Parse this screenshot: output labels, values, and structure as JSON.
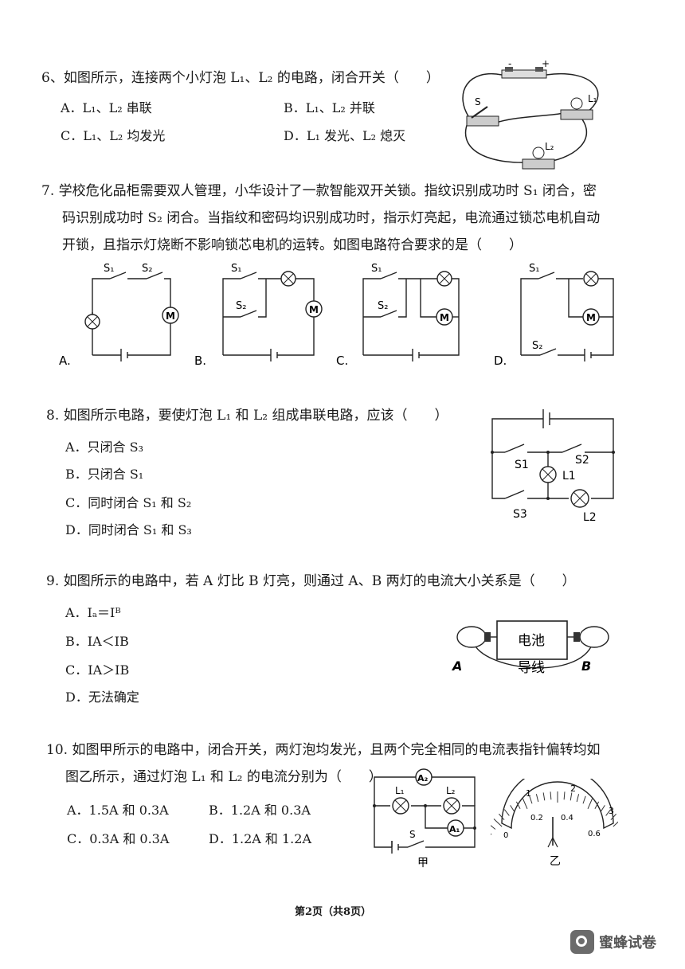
{
  "q6": {
    "num": "6、",
    "stem": "如图所示，连接两个小灯泡 L₁、L₂ 的电路，闭合开关（　　）",
    "options": [
      "A．L₁、L₂ 串联",
      "B．L₁、L₂ 并联",
      "C．L₁、L₂ 均发光",
      "D．L₁ 发光、L₂ 熄灭"
    ],
    "fig": {
      "s": "S",
      "l1": "L₁",
      "l2": "L₂",
      "minus": "-",
      "plus": "+"
    }
  },
  "q7": {
    "num": "7.",
    "lines": [
      "学校危化品柜需要双人管理，小华设计了一款智能双开关锁。指纹识别成功时 S₁ 闭合，密",
      "码识别成功时 S₂ 闭合。当指纹和密码均识别成功时，指示灯亮起，电流通过锁芯电机自动",
      "开锁，且指示灯烧断不影响锁芯电机的运转。如图电路符合要求的是（　　）"
    ],
    "figs": [
      "A.",
      "B.",
      "C.",
      "D."
    ],
    "s1": "S₁",
    "s2": "S₂",
    "m": "M"
  },
  "q8": {
    "num": "8.",
    "stem": "如图所示电路，要使灯泡 L₁ 和 L₂ 组成串联电路，应该（　　）",
    "options": [
      "A．只闭合 S₃",
      "B．只闭合 S₁",
      "C．同时闭合 S₁ 和 S₂",
      "D．同时闭合 S₁ 和 S₃"
    ],
    "fig": {
      "s1": "S1",
      "s2": "S2",
      "s3": "S3",
      "l1": "L1",
      "l2": "L2"
    }
  },
  "q9": {
    "num": "9.",
    "stem": "如图所示的电路中，若 A 灯比 B 灯亮，则通过 A、B 两灯的电流大小关系是（　　）",
    "options": [
      "A．Iₐ＝Iᴮ",
      "B．IA＜IB",
      "C．IA＞IB",
      "D．无法确定"
    ],
    "fig": {
      "battery": "电池",
      "wire": "导线",
      "a": "A",
      "b": "B"
    }
  },
  "q10": {
    "num": "10.",
    "lines": [
      "如图甲所示的电路中，闭合开关，两灯泡均发光，且两个完全相同的电流表指针偏转均如",
      "图乙所示，通过灯泡 L₁ 和 L₂ 的电流分别为（　　）"
    ],
    "options": [
      "A．1.5A 和 0.3A",
      "B．1.2A 和 0.3A",
      "C．0.3A 和 0.3A",
      "D．1.2A 和 1.2A"
    ],
    "fig_jia": {
      "a2": "A₂",
      "a1": "A₁",
      "l1": "L₁",
      "l2": "L₂",
      "s": "S",
      "caption": "甲"
    },
    "fig_yi": {
      "caption": "乙",
      "big": [
        "1",
        "2",
        "3"
      ],
      "small": [
        "0",
        "0.2",
        "0.4",
        "0.6"
      ]
    }
  },
  "footer": "第2页（共8页）",
  "watermark": "蜜蜂试卷"
}
